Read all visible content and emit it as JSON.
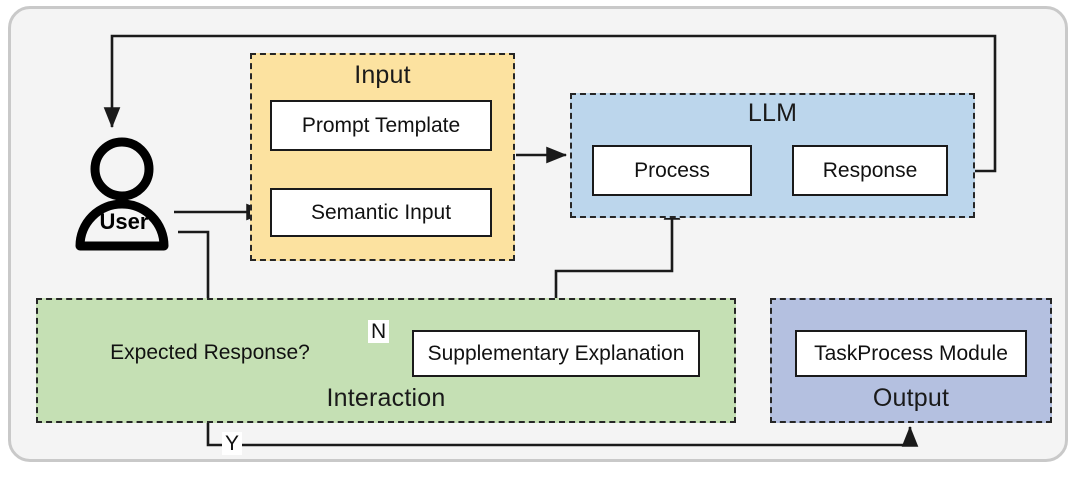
{
  "diagram": {
    "title": "LLM interaction pipeline flowchart",
    "colors": {
      "input_group": "#fce2a0",
      "llm_group": "#bcd6ec",
      "interaction_group": "#c5e0b4",
      "output_group": "#b4c0e0",
      "node_fill": "#ffffff",
      "stroke": "#1a1a1a",
      "canvas": "#f4f4f4",
      "frame_border": "#c9c9c9"
    }
  },
  "actor": {
    "icon": "user-person-icon",
    "label": "User"
  },
  "groups": {
    "input": {
      "title": "Input",
      "nodes": [
        {
          "id": "prompt-template",
          "label": "Prompt Template"
        },
        {
          "id": "semantic-input",
          "label": "Semantic Input"
        }
      ]
    },
    "llm": {
      "title": "LLM",
      "nodes": [
        {
          "id": "process",
          "label": "Process"
        },
        {
          "id": "response",
          "label": "Response"
        }
      ]
    },
    "interaction": {
      "title": "Interaction",
      "decision": {
        "id": "expected-response",
        "label": "Expected Response?"
      },
      "nodes": [
        {
          "id": "supplementary-explanation",
          "label": "Supplementary Explanation"
        }
      ]
    },
    "output": {
      "title": "Output",
      "nodes": [
        {
          "id": "taskprocess-module",
          "label": "TaskProcess Module"
        }
      ]
    }
  },
  "edge_labels": {
    "no": "N",
    "yes": "Y"
  },
  "edges": [
    {
      "from": "user",
      "to": "semantic-input",
      "label": ""
    },
    {
      "from": "input",
      "to": "llm",
      "label": ""
    },
    {
      "from": "process",
      "to": "response",
      "label": ""
    },
    {
      "from": "response",
      "to": "user",
      "label": ""
    },
    {
      "from": "user",
      "to": "expected-response",
      "label": ""
    },
    {
      "from": "expected-response",
      "to": "supplementary-explanation",
      "label": "N"
    },
    {
      "from": "supplementary-explanation",
      "to": "process",
      "label": ""
    },
    {
      "from": "expected-response",
      "to": "taskprocess-module",
      "label": "Y"
    }
  ]
}
